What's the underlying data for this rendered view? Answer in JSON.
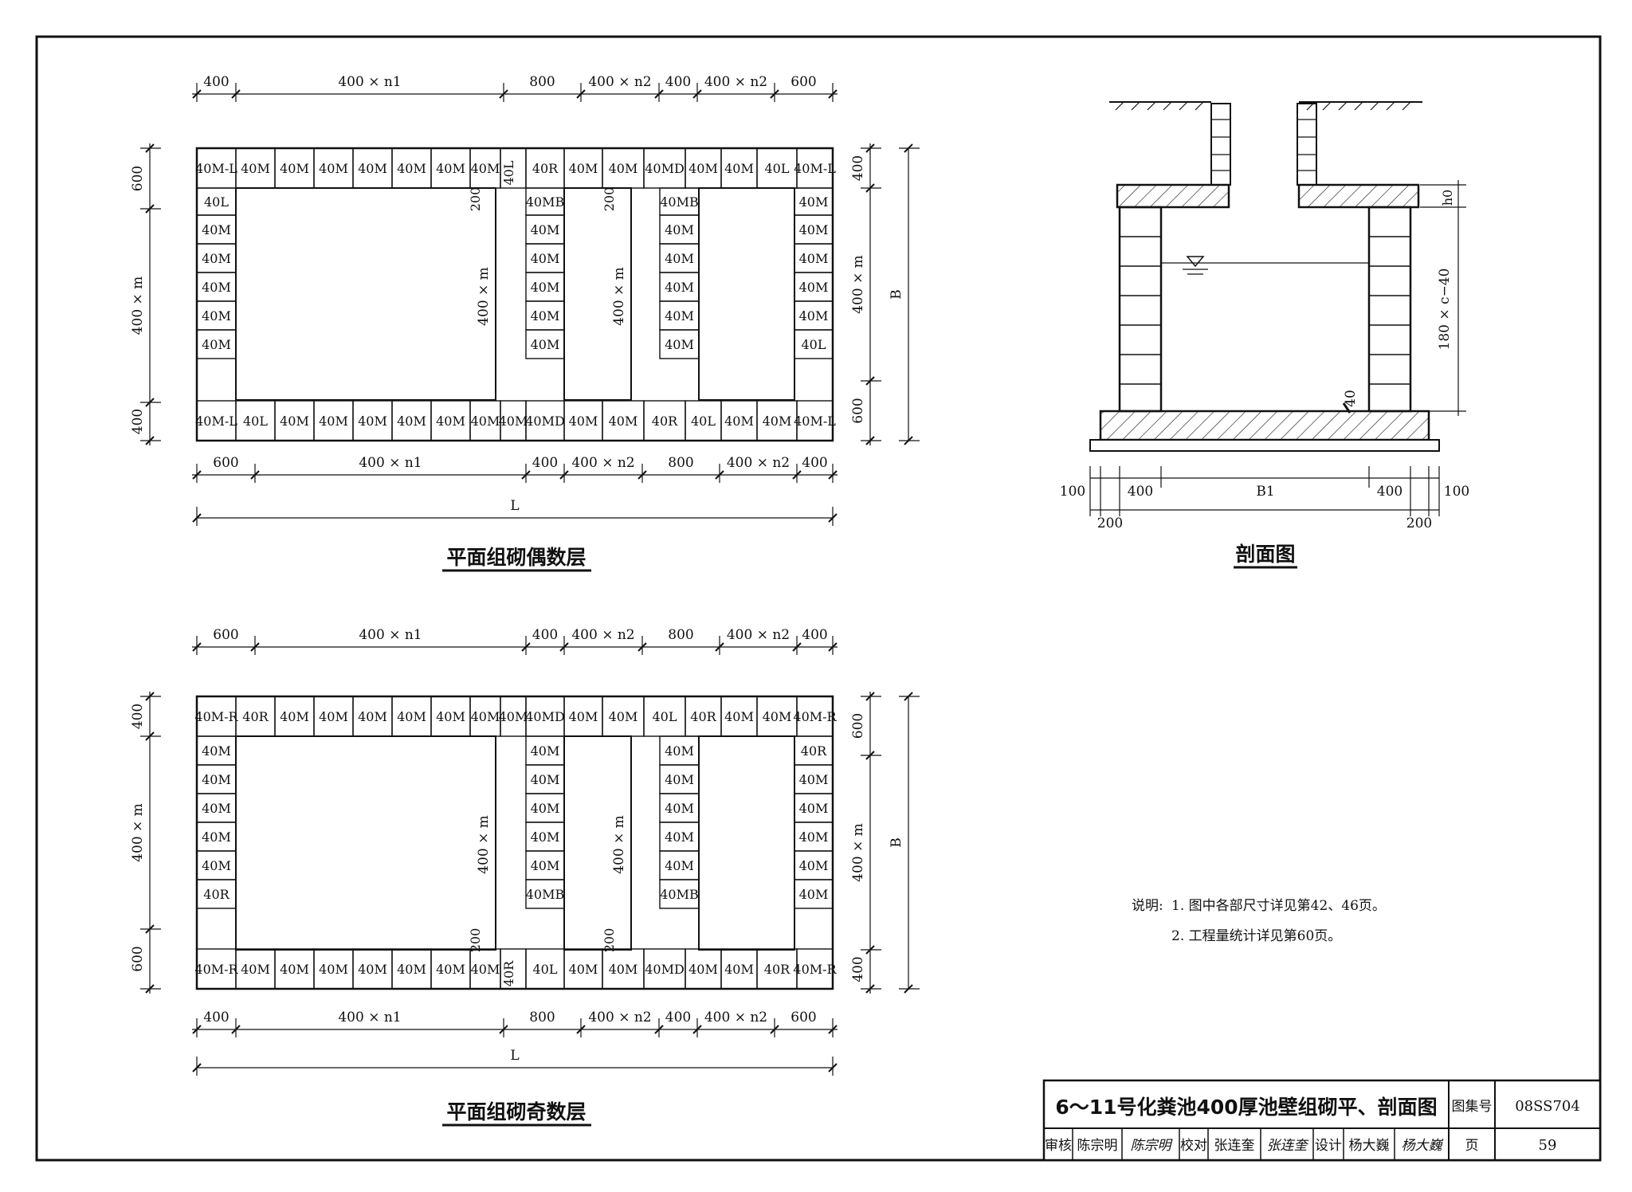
{
  "even_plan": {
    "caption": "平面组砌偶数层",
    "top_dims": [
      "400",
      "400 × n1",
      "800",
      "400 × n2",
      "400",
      "400 × n2",
      "600"
    ],
    "bottom_dims": [
      "600",
      "400 × n1",
      "400",
      "400 × n2",
      "800",
      "400 × n2",
      "400"
    ],
    "overall_length": "L",
    "left_dims": [
      "600",
      "400 × m",
      "400"
    ],
    "right_dims": [
      "400",
      "400 × m",
      "600"
    ],
    "overall_width": "B",
    "internal_dims": [
      "400 × m",
      "400 × m",
      "200",
      "200"
    ],
    "top_row": [
      "40M-L",
      "40M",
      "40M",
      "40M",
      "40M",
      "40M",
      "40M",
      "40M",
      "40L",
      "40R",
      "40M",
      "40M",
      "40MD",
      "40M",
      "40M",
      "40L",
      "40M-L"
    ],
    "bottom_row": [
      "40M-L",
      "40L",
      "40M",
      "40M",
      "40M",
      "40M",
      "40M",
      "40M",
      "40M",
      "40MD",
      "40M",
      "40M",
      "40R",
      "40L",
      "40M",
      "40M",
      "40M-L"
    ],
    "left_col": [
      "40L",
      "40M",
      "40M",
      "40M",
      "40M",
      "40M"
    ],
    "right_col": [
      "40M",
      "40M",
      "40M",
      "40M",
      "40M",
      "40L"
    ],
    "mid_col_a": [
      "40MB",
      "40M",
      "40M",
      "40M",
      "40M",
      "40M"
    ],
    "mid_col_b": [
      "40MB",
      "40M",
      "40M",
      "40M",
      "40M",
      "40M"
    ]
  },
  "odd_plan": {
    "caption": "平面组砌奇数层",
    "top_dims": [
      "600",
      "400 × n1",
      "400",
      "400 × n2",
      "800",
      "400 × n2",
      "400"
    ],
    "bottom_dims": [
      "400",
      "400 × n1",
      "800",
      "400 × n2",
      "400",
      "400 × n2",
      "600"
    ],
    "overall_length": "L",
    "left_dims": [
      "400",
      "400 × m",
      "600"
    ],
    "right_dims": [
      "600",
      "400 × m",
      "400"
    ],
    "overall_width": "B",
    "internal_dims": [
      "400 × m",
      "400 × m",
      "200",
      "200"
    ],
    "top_row": [
      "40M-R",
      "40R",
      "40M",
      "40M",
      "40M",
      "40M",
      "40M",
      "40M",
      "40M",
      "40MD",
      "40M",
      "40M",
      "40L",
      "40R",
      "40M",
      "40M",
      "40M-R"
    ],
    "bottom_row": [
      "40M-R",
      "40M",
      "40M",
      "40M",
      "40M",
      "40M",
      "40M",
      "40M",
      "40R",
      "40L",
      "40M",
      "40M",
      "40MD",
      "40M",
      "40M",
      "40R",
      "40M-R"
    ],
    "left_col": [
      "40M",
      "40M",
      "40M",
      "40M",
      "40M",
      "40R"
    ],
    "right_col": [
      "40R",
      "40M",
      "40M",
      "40M",
      "40M",
      "40M"
    ],
    "mid_col_a": [
      "40M",
      "40M",
      "40M",
      "40M",
      "40M",
      "40MB"
    ],
    "mid_col_b": [
      "40M",
      "40M",
      "40M",
      "40M",
      "40M",
      "40MB"
    ]
  },
  "section": {
    "caption": "剖面图",
    "height_dims": [
      "h0",
      "180 × c−40"
    ],
    "thickness": "40",
    "bottom_dims": [
      "100",
      "400",
      "B1",
      "400",
      "100"
    ],
    "lower_dims": [
      "200",
      "200"
    ]
  },
  "notes": {
    "title": "说明:",
    "items": [
      "1. 图中各部尺寸详见第42、46页。",
      "2. 工程量统计详见第60页。"
    ]
  },
  "title_block": {
    "title": "6～11号化粪池400厚池壁组砌平、剖面图",
    "atlas_label": "图集号",
    "atlas_no": "08SS704",
    "review_label": "审核",
    "reviewer": "陈宗明",
    "reviewer_sig": "陈宗明",
    "check_label": "校对",
    "checker": "张连奎",
    "checker_sig": "张连奎",
    "design_label": "设计",
    "designer": "杨大巍",
    "designer_sig": "杨大巍",
    "page_label": "页",
    "page_no": "59"
  }
}
